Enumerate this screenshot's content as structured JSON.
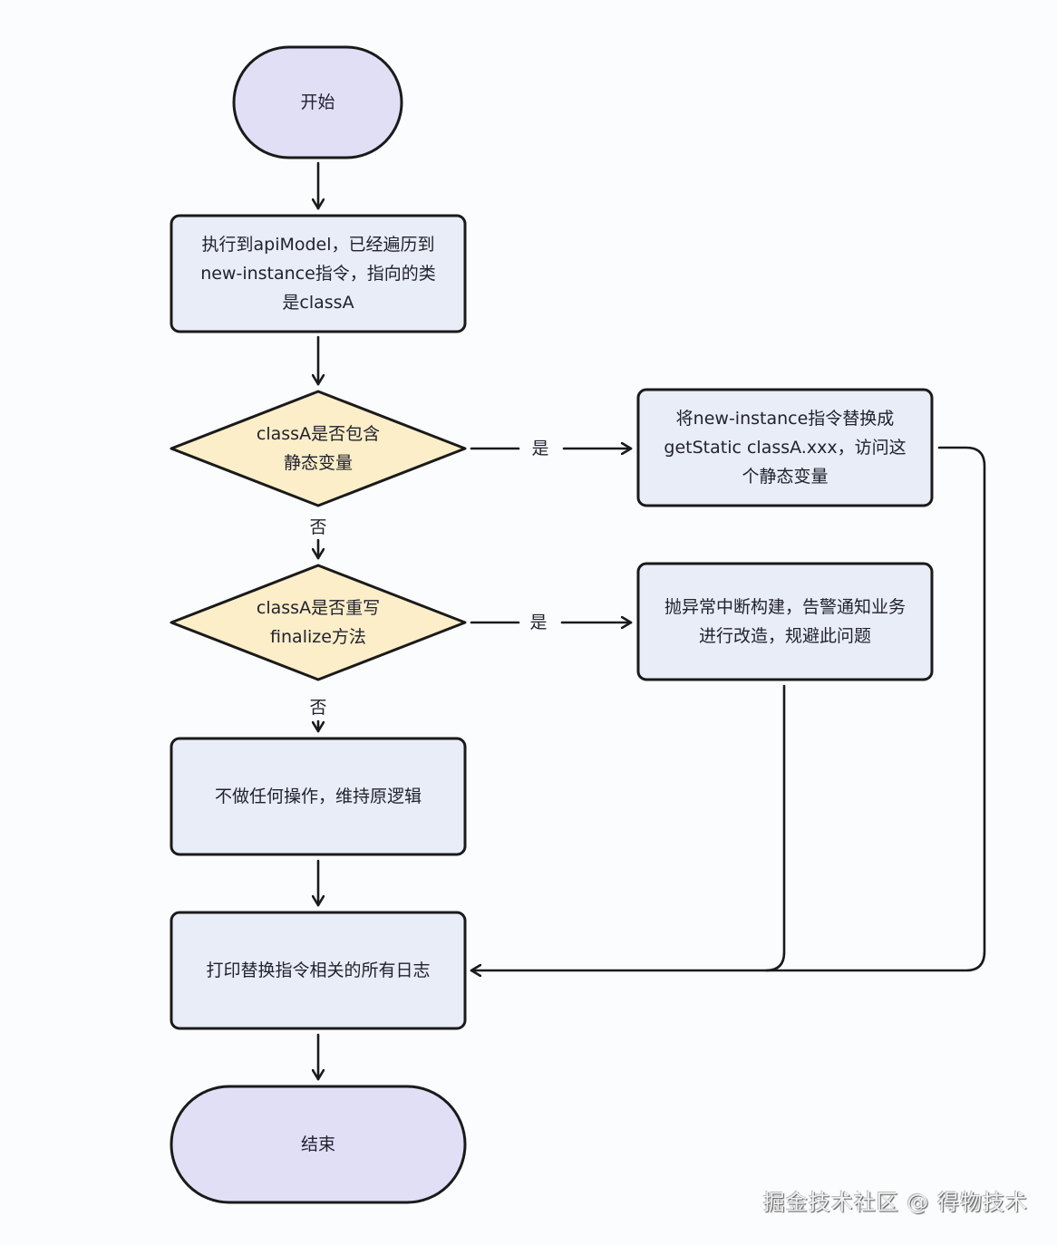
{
  "diagram": {
    "type": "flowchart",
    "colors": {
      "terminal_fill": "#e0dff6",
      "process_fill": "#e8edf8",
      "decision_fill": "#fbeec8",
      "stroke": "#1a1a1a",
      "background": "#fbfcfe"
    },
    "nodes": {
      "start": {
        "shape": "terminal",
        "text": "开始"
      },
      "step1": {
        "shape": "process",
        "text": "执行到apiModel，已经遍历到\nnew-instance指令，指向的类\n是classA"
      },
      "decision1": {
        "shape": "decision",
        "text": "classA是否包含\n静态变量"
      },
      "replace": {
        "shape": "process",
        "text": "将new-instance指令替换成\ngetStatic   classA.xxx，访问这\n个静态变量"
      },
      "decision2": {
        "shape": "decision",
        "text": "classA是否重写\nfinalize方法"
      },
      "throw": {
        "shape": "process",
        "text": "抛异常中断构建，告警通知业务\n进行改造，规避此问题"
      },
      "noop": {
        "shape": "process",
        "text": "不做任何操作，维持原逻辑"
      },
      "log": {
        "shape": "process",
        "text": "打印替换指令相关的所有日志"
      },
      "end": {
        "shape": "terminal",
        "text": "结束"
      }
    },
    "edges": [
      {
        "from": "start",
        "to": "step1",
        "label": ""
      },
      {
        "from": "step1",
        "to": "decision1",
        "label": ""
      },
      {
        "from": "decision1",
        "to": "replace",
        "label": "是"
      },
      {
        "from": "decision1",
        "to": "decision2",
        "label": "否"
      },
      {
        "from": "decision2",
        "to": "throw",
        "label": "是"
      },
      {
        "from": "decision2",
        "to": "noop",
        "label": "否"
      },
      {
        "from": "noop",
        "to": "log",
        "label": ""
      },
      {
        "from": "replace",
        "to": "log",
        "label": ""
      },
      {
        "from": "throw",
        "to": "log",
        "label": ""
      },
      {
        "from": "log",
        "to": "end",
        "label": ""
      }
    ]
  },
  "watermark": "掘金技术社区 @ 得物技术"
}
